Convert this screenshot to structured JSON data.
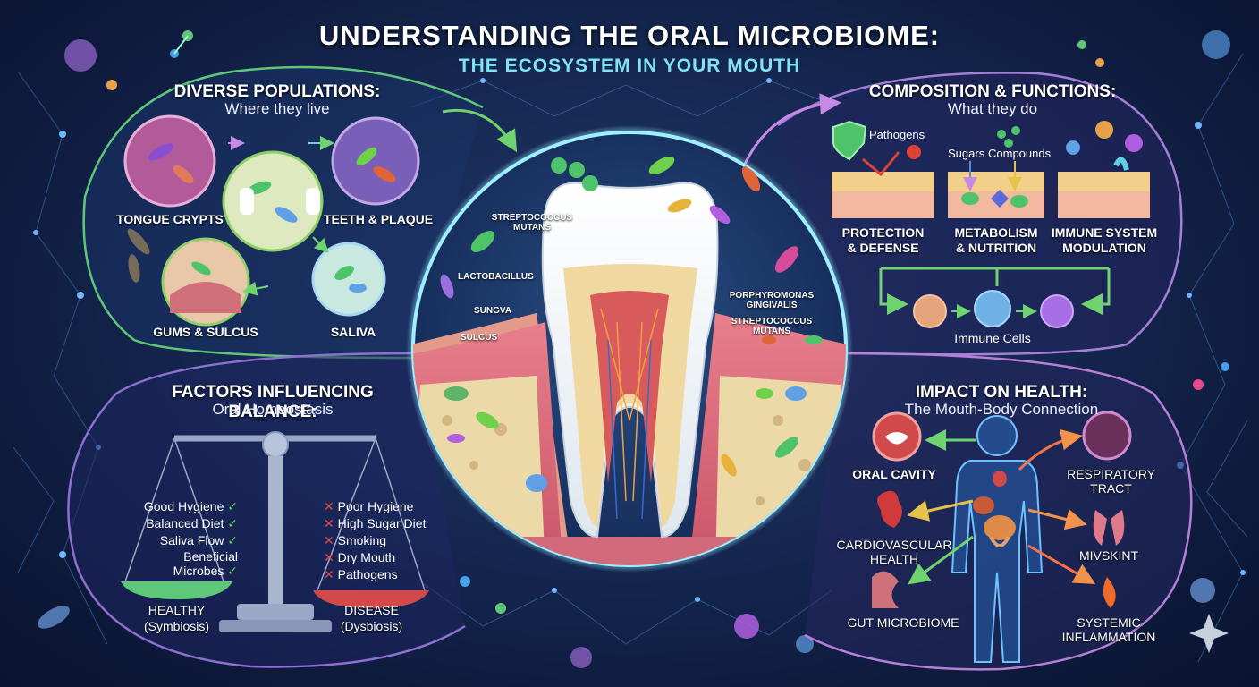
{
  "title": "UNDERSTANDING THE ORAL MICROBIOME:",
  "subtitle": "THE ECOSYSTEM IN YOUR MOUTH",
  "colors": {
    "populations": "#5fc77a",
    "composition": "#a57fd6",
    "factors": "#8f6fd0",
    "impact": "#b77fd8",
    "accent": "#7fe3f5"
  },
  "populations": {
    "heading": "DIVERSE POPULATIONS:",
    "subheading": "Where they live",
    "sites": [
      "TONGUE CRYPTS",
      "TEETH & PLAQUE",
      "GUMS & SULCUS",
      "SALIVA"
    ]
  },
  "center": {
    "labels": [
      "STREPTOCOCCUS\nMUTANS",
      "LACTOBACILLUS",
      "SUNGVA",
      "SULCUS",
      "PORPHYROMONAS\nGINGIVALIS",
      "STREPTOCOCCUS\nMUTANS"
    ]
  },
  "composition": {
    "heading": "COMPOSITION & FUNCTIONS:",
    "subheading": "What they do",
    "pathogens": "Pathogens",
    "sugars": "Sugars",
    "compounds": "Compounds",
    "functions": [
      "PROTECTION\n& DEFENSE",
      "METABOLISM\n& NUTRITION",
      "IMMUNE SYSTEM\nMODULATION"
    ],
    "immune_cells": "Immune Cells"
  },
  "factors": {
    "heading": "FACTORS INFLUENCING BALANCE:",
    "subheading": "Oral Homeostasis",
    "good": [
      "Good Hygiene",
      "Balanced Diet",
      "Saliva Flow",
      "Beneficial\nMicrobes"
    ],
    "bad": [
      "Poor Hygiene",
      "High Sugar Diet",
      "Smoking",
      "Dry Mouth",
      "Pathogens"
    ],
    "healthy": "HEALTHY\n(Symbiosis)",
    "disease": "DISEASE\n(Dysbiosis)"
  },
  "impact": {
    "heading": "IMPACT ON HEALTH:",
    "subheading": "The Mouth-Body Connection",
    "organs": [
      "ORAL CAVITY",
      "RESPIRATORY\nTRACT",
      "CARDIOVASCULAR\nHEALTH",
      "MIVSKINT",
      "GUT MICROBIOME",
      "SYSTEMIC\nINFLAMMATION"
    ]
  }
}
